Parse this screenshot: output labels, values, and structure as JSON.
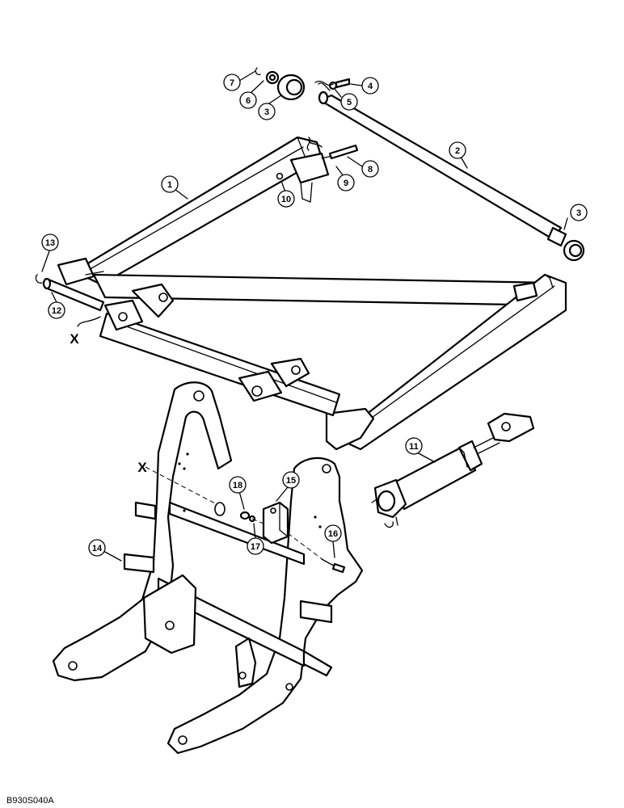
{
  "figure_code": "B930S040A",
  "section_marker": "X",
  "callouts": [
    "1",
    "2",
    "3",
    "4",
    "5",
    "6",
    "7",
    "8",
    "9",
    "10",
    "11",
    "12",
    "13",
    "14",
    "15",
    "16",
    "17",
    "18"
  ]
}
